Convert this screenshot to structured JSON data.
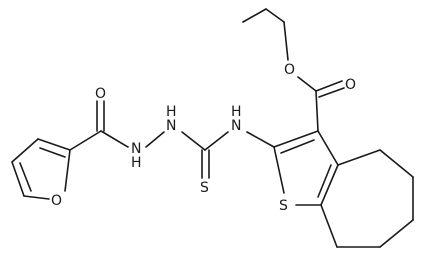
{
  "molecule": {
    "atom_labels": {
      "o_ester_carbonyl": "O",
      "o_ester_ether": "O",
      "o_amide": "O",
      "o_furan": "O",
      "n_1": "N",
      "h_1": "H",
      "n_2": "N",
      "h_2": "H",
      "n_3": "N",
      "h_3": "H",
      "s_thione": "S",
      "s_thiophene": "S"
    }
  }
}
